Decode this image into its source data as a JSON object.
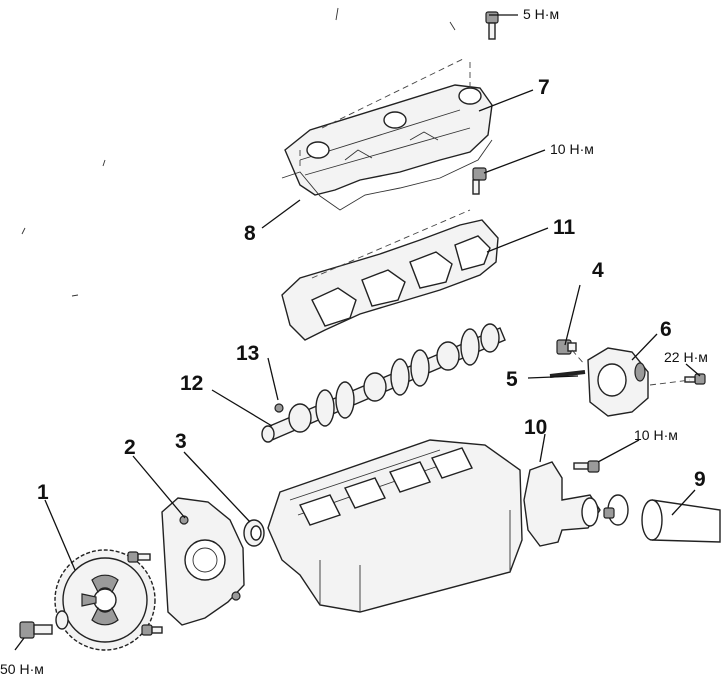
{
  "callouts": [
    "1",
    "2",
    "3",
    "4",
    "5",
    "6",
    "7",
    "8",
    "9",
    "10",
    "11",
    "12",
    "13"
  ],
  "torques": {
    "cover_bolt": "5 Н·м",
    "camshaft_cap_bolt": "10 Н·м",
    "thermostat_bolt": "22 Н·м",
    "water_outlet_bolt": "10 Н·м",
    "sprocket_bolt": "50 Н·м"
  }
}
